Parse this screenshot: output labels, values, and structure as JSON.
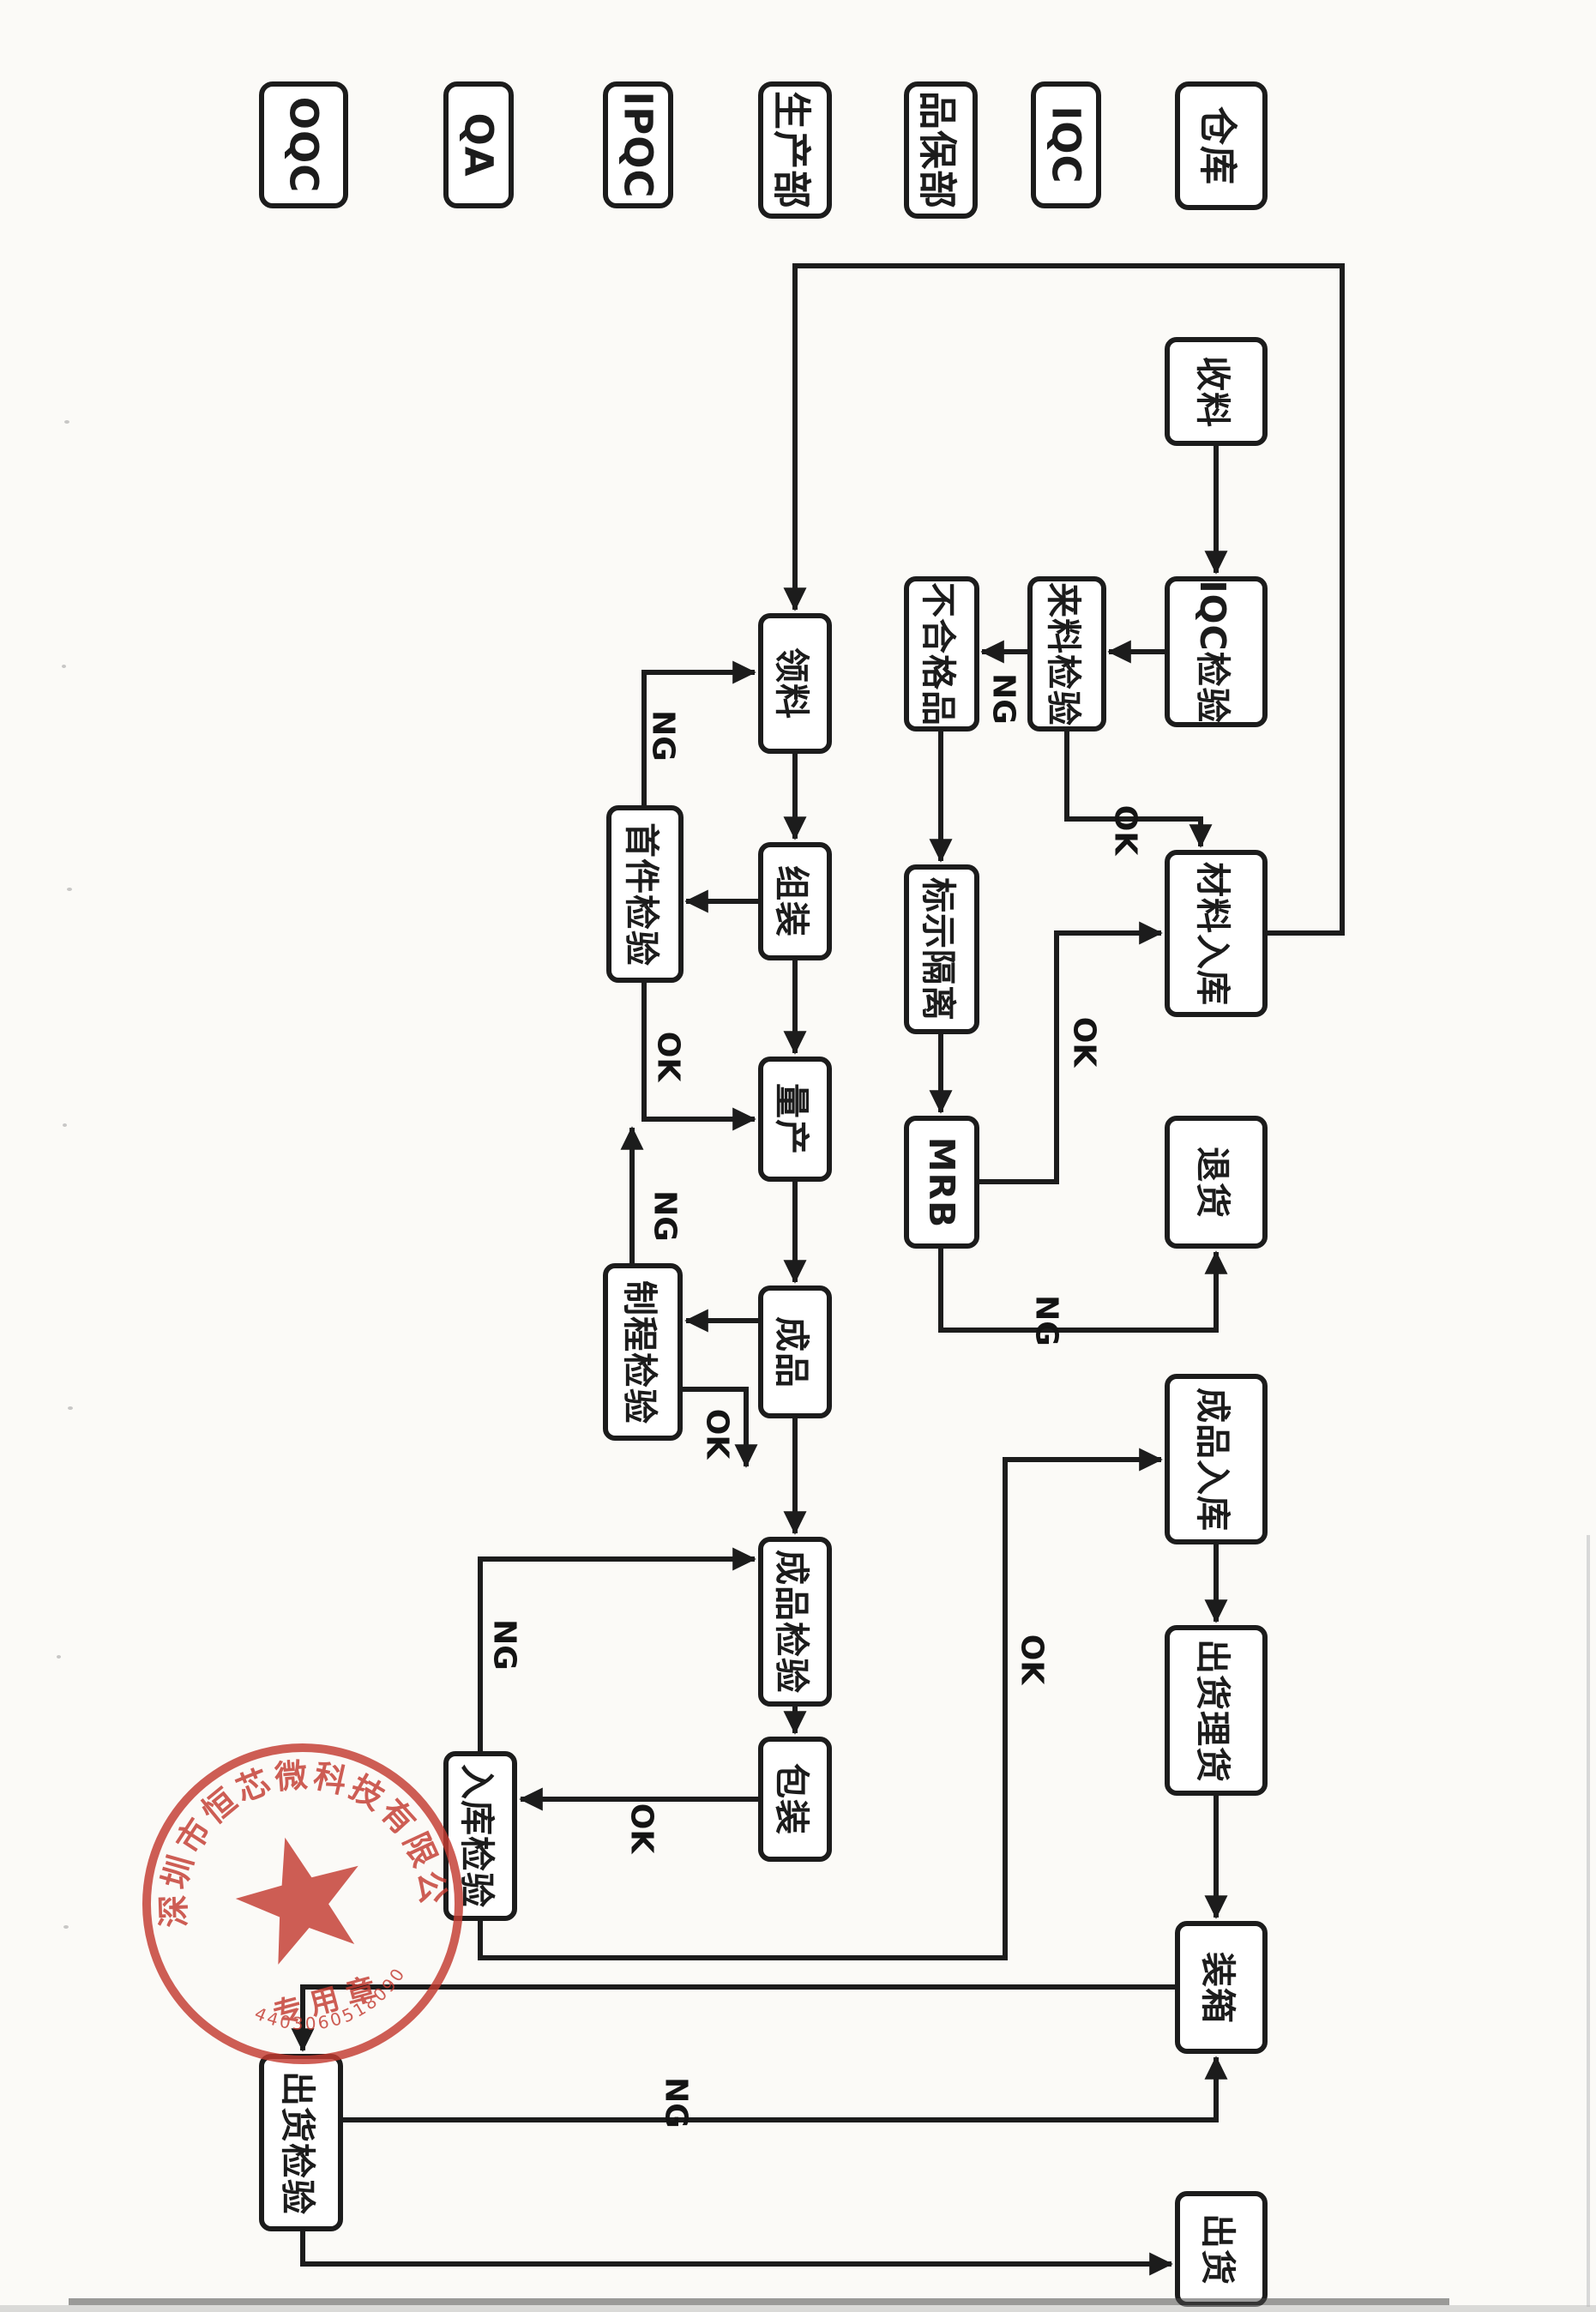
{
  "page": {
    "paper_color": "#fbfaf7",
    "ink_color": "#1c1c1c"
  },
  "lanes": [
    {
      "label": "OQC"
    },
    {
      "label": "QA"
    },
    {
      "label": "IPQC"
    },
    {
      "label": "生产部"
    },
    {
      "label": "品保部"
    },
    {
      "label": "IQC"
    },
    {
      "label": "仓库"
    }
  ],
  "nodes": {
    "receive": "收料",
    "iqc_inspection": "IQC检验",
    "incoming_inspection": "来料检验",
    "nonconforming_product": "不合格品",
    "material_storage": "材料入库",
    "mark_isolate": "标示隔离",
    "mrb": "MRB",
    "return_goods": "退货",
    "pick_material": "领料",
    "assembly": "组装",
    "first_article_inspection": "首件检验",
    "mass_production": "量产",
    "in_process_inspection": "制程检验",
    "finished_product": "成品",
    "finished_product_inspection": "成品检验",
    "packing": "包装",
    "warehousing_inspection": "入库检验",
    "finished_goods_storage": "成品入库",
    "shipping_tally": "出货理货",
    "boxing": "装箱",
    "outgoing_inspection": "出货检验",
    "shipping": "出货"
  },
  "edges": [
    {
      "from": "收料",
      "to": "IQC检验",
      "label": ""
    },
    {
      "from": "IQC检验",
      "to": "来料检验",
      "label": ""
    },
    {
      "from": "来料检验",
      "to": "不合格品",
      "label": "NG"
    },
    {
      "from": "来料检验",
      "to": "材料入库",
      "label": "OK"
    },
    {
      "from": "不合格品",
      "to": "标示隔离",
      "label": ""
    },
    {
      "from": "标示隔离",
      "to": "MRB",
      "label": ""
    },
    {
      "from": "MRB",
      "to": "材料入库",
      "label": "OK"
    },
    {
      "from": "MRB",
      "to": "退货",
      "label": "NG"
    },
    {
      "from": "材料入库",
      "to": "领料",
      "label": ""
    },
    {
      "from": "领料",
      "to": "组装",
      "label": ""
    },
    {
      "from": "组装",
      "to": "首件检验",
      "label": ""
    },
    {
      "from": "首件检验",
      "to": "领料",
      "label": "NG"
    },
    {
      "from": "首件检验",
      "to": "量产",
      "label": "OK"
    },
    {
      "from": "组装",
      "to": "量产",
      "label": ""
    },
    {
      "from": "量产",
      "to": "成品",
      "label": ""
    },
    {
      "from": "成品",
      "to": "制程检验",
      "label": ""
    },
    {
      "from": "制程检验",
      "to": "量产",
      "label": "NG"
    },
    {
      "from": "制程检验",
      "to": "成品检验",
      "label": "OK"
    },
    {
      "from": "成品",
      "to": "成品检验",
      "label": ""
    },
    {
      "from": "成品检验",
      "to": "包装",
      "label": ""
    },
    {
      "from": "包装",
      "to": "入库检验",
      "label": "OK"
    },
    {
      "from": "入库检验",
      "to": "成品检验",
      "label": "NG"
    },
    {
      "from": "入库检验",
      "to": "成品入库",
      "label": "OK"
    },
    {
      "from": "成品入库",
      "to": "出货理货",
      "label": ""
    },
    {
      "from": "出货理货",
      "to": "装箱",
      "label": ""
    },
    {
      "from": "装箱",
      "to": "出货检验",
      "label": ""
    },
    {
      "from": "出货检验",
      "to": "装箱",
      "label": "NG"
    },
    {
      "from": "出货检验",
      "to": "出货",
      "label": ""
    }
  ],
  "stamp": {
    "company": "深圳市恒芯微科技有限公司",
    "seal_text": "专用章",
    "number": "4403060518090",
    "color": "#c43b31"
  }
}
